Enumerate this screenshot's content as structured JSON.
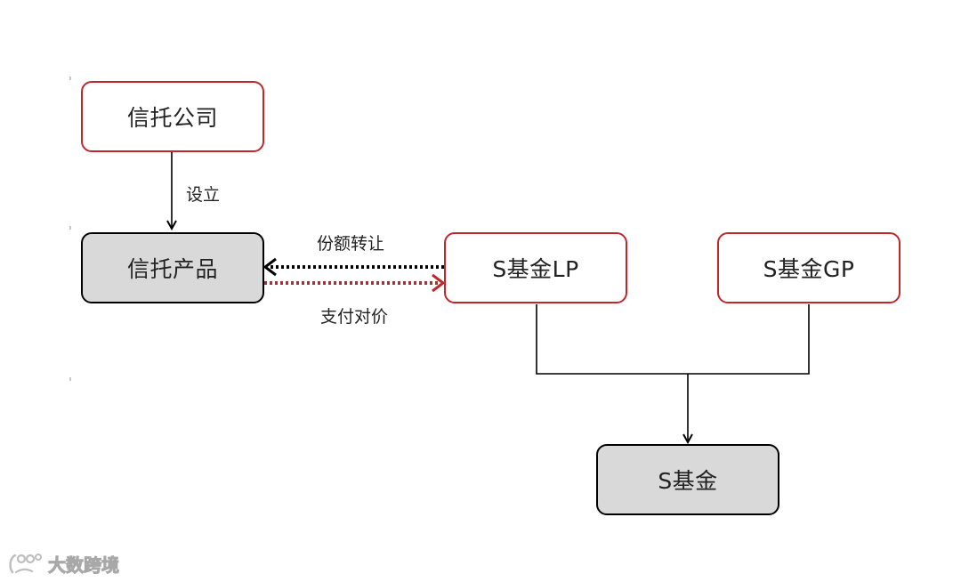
{
  "nodes": {
    "trust_company": "信托公司",
    "trust_product": "信托产品",
    "s_fund_lp": "S基金LP",
    "s_fund_gp": "S基金GP",
    "s_fund": "S基金"
  },
  "edges": {
    "establish": "设立",
    "share_transfer": "份额转让",
    "pay_consideration": "支付对价"
  },
  "colors": {
    "accent_red": "#c0272d",
    "box_gray": "#d9d9d9",
    "line_black": "#000000"
  },
  "watermark": {
    "text": "大数跨境",
    "icon": "logo-icon"
  }
}
